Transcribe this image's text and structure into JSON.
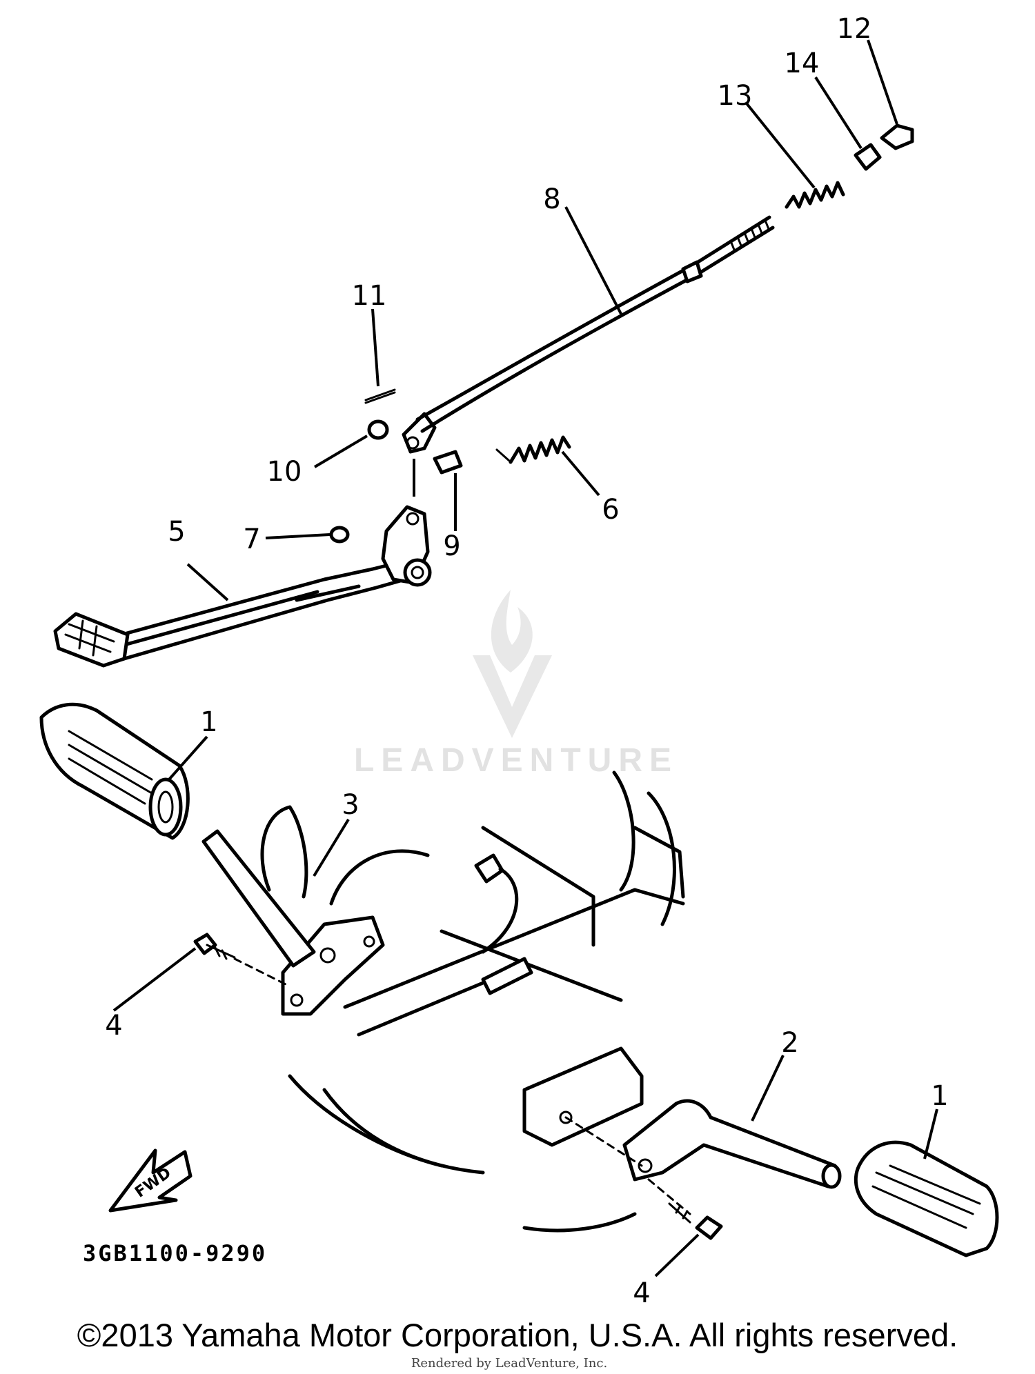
{
  "callouts": {
    "c1_upper": "1",
    "c1_lower": "1",
    "c2": "2",
    "c3": "3",
    "c4_upper": "4",
    "c4_lower": "4",
    "c5": "5",
    "c6": "6",
    "c7": "7",
    "c8": "8",
    "c9": "9",
    "c10": "10",
    "c11": "11",
    "c12": "12",
    "c13": "13",
    "c14": "14"
  },
  "fwd_label": "FWD",
  "part_code": "3GB1100-9290",
  "copyright": "©2013 Yamaha Motor Corporation, U.S.A. All rights reserved.",
  "rendered_by": "Rendered by LeadVenture, Inc.",
  "watermark": "LEADVENTURE"
}
